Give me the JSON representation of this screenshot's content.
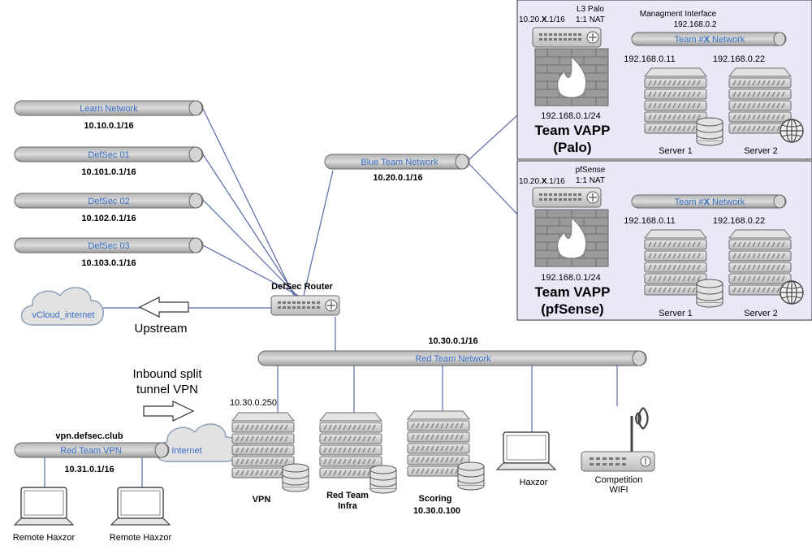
{
  "networks": {
    "learn": {
      "label": "Learn Network",
      "addr": "10.10.0.1/16"
    },
    "defsec01": {
      "label": "DefSec 01",
      "addr": "10.101.0.1/16"
    },
    "defsec02": {
      "label": "DefSec 02",
      "addr": "10.102.0.1/16"
    },
    "defsec03": {
      "label": "DefSec 03",
      "addr": "10.103.0.1/16"
    },
    "blue": {
      "label": "Blue Team Network",
      "addr": "10.20.0.1/16"
    },
    "red": {
      "label": "Red Team Network",
      "addr": "10.30.0.1/16"
    },
    "redvpn": {
      "label": "Red Team VPN",
      "addr": "10.31.0.1/16",
      "host": "vpn.defsec.club"
    }
  },
  "router": {
    "label": "DefSec Router"
  },
  "clouds": {
    "vcloud": "vCloud_internet",
    "internet": "Internet"
  },
  "arrows": {
    "upstream": "Upstream",
    "inbound_line1": "Inbound split",
    "inbound_line2": "tunnel VPN"
  },
  "palo": {
    "ip_prefix": "10.20.",
    "ip_x": "X",
    "ip_suffix": ".1/16",
    "device_line1": "L3 Palo",
    "device_line2": "1:1 NAT",
    "mgmt_label": "Managment Interface",
    "mgmt_ip": "192.168.0.2",
    "net_prefix": "Team #",
    "net_x": "X",
    "net_suffix": " Network",
    "inside_ip": "192.168.0.1/24",
    "title1": "Team VAPP",
    "title2": "(Palo)",
    "server1_ip": "192.168.0.11",
    "server2_ip": "192.168.0.22",
    "server1": "Server 1",
    "server2": "Server 2"
  },
  "pfsense": {
    "ip_prefix": "10.20.",
    "ip_x": "X",
    "ip_suffix": ".1/16",
    "device_line1": "pfSense",
    "device_line2": "1:1 NAT",
    "net_prefix": "Team #",
    "net_x": "X",
    "net_suffix": " Network",
    "inside_ip": "192.168.0.1/24",
    "title1": "Team VAPP",
    "title2": "(pfSense)",
    "server1_ip": "192.168.0.11",
    "server2_ip": "192.168.0.22",
    "server1": "Server 1",
    "server2": "Server 2"
  },
  "red_hosts": {
    "vpn": {
      "ip": "10.30.0.250",
      "label": "VPN"
    },
    "infra": {
      "line1": "Red Team",
      "line2": "Infra"
    },
    "scoring": {
      "line1": "Scoring",
      "line2": "10.30.0.100"
    },
    "haxzor": "Haxzor",
    "wifi": {
      "line1": "Competition",
      "line2": "WIFI"
    }
  },
  "remote": {
    "left": "Remote Haxzor",
    "right": "Remote Haxzor"
  }
}
